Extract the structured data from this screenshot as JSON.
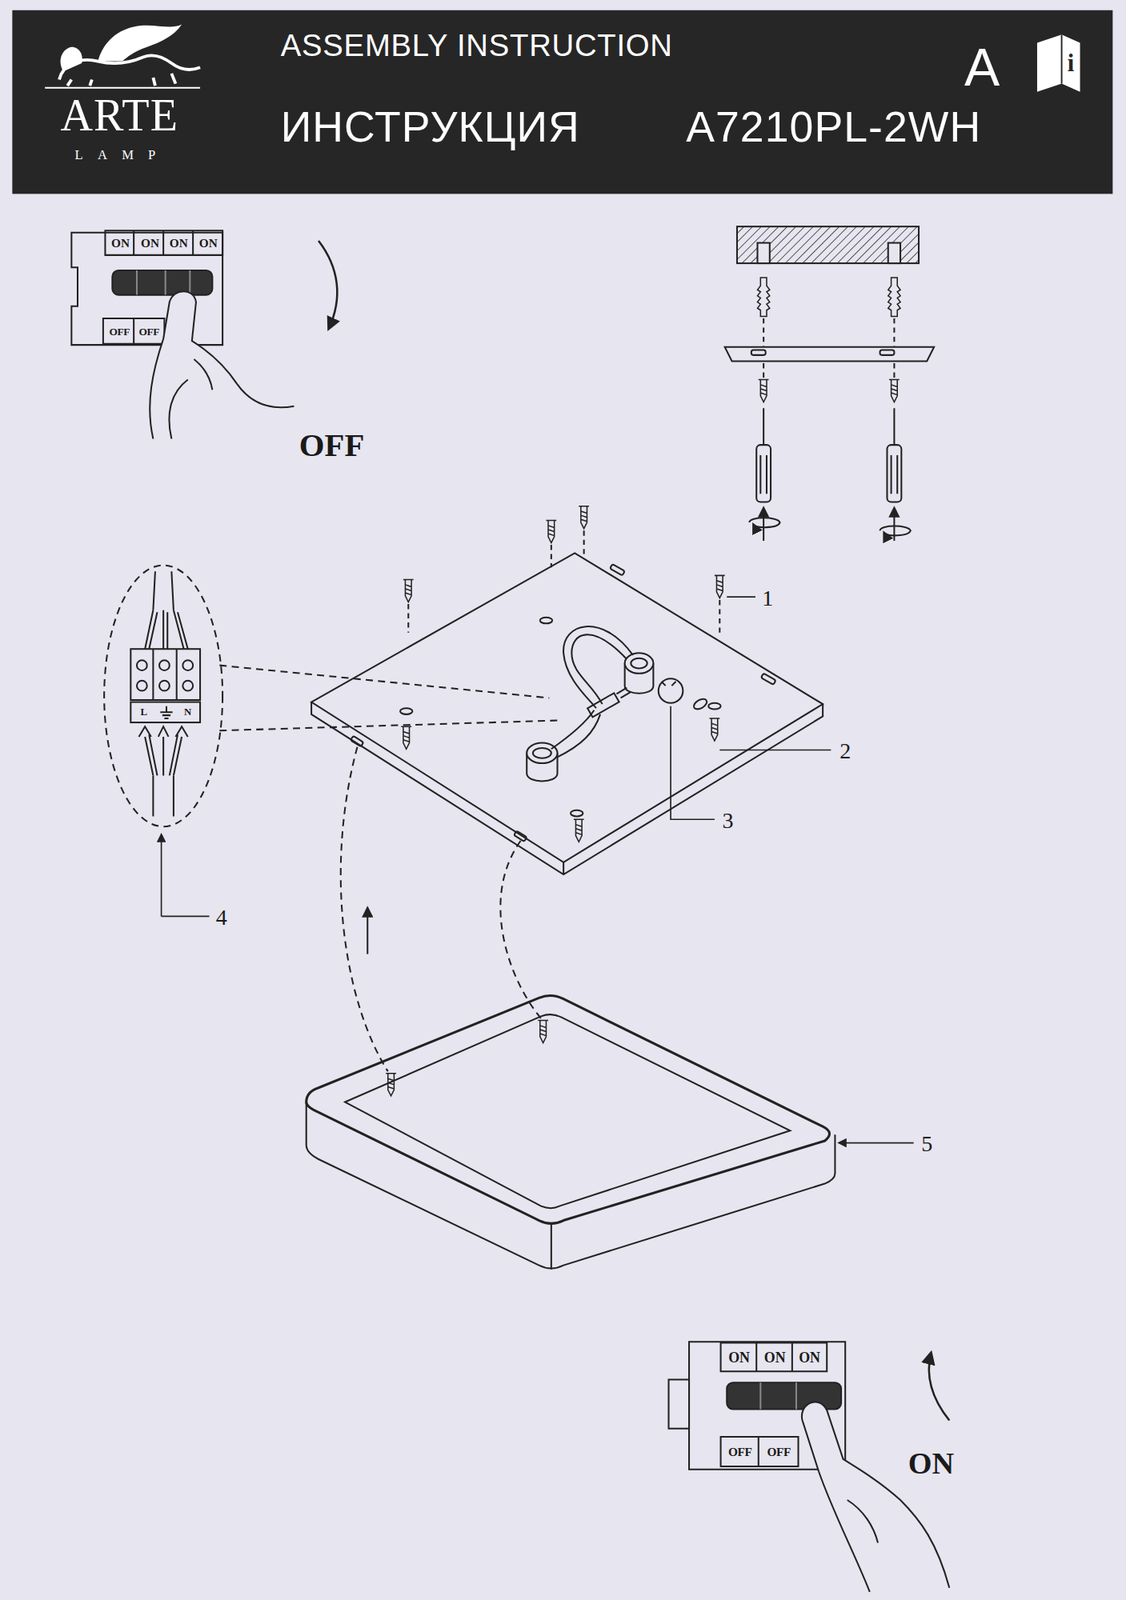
{
  "diagram": {
    "title": "ASSEMBLY INSTRUCTION",
    "labels": [
      "ARTE",
      "LAMP",
      "ИНСТРУКЦИЯ",
      "A7210PL-2WH",
      "A",
      "i",
      "ON",
      "ON",
      "ON",
      "ON",
      "OFF",
      "OFF",
      "OFF",
      "1",
      "L",
      "N",
      "2",
      "3",
      "4",
      "5",
      "ON",
      "ON",
      "ON",
      "OFF",
      "OFF",
      "ON"
    ]
  }
}
